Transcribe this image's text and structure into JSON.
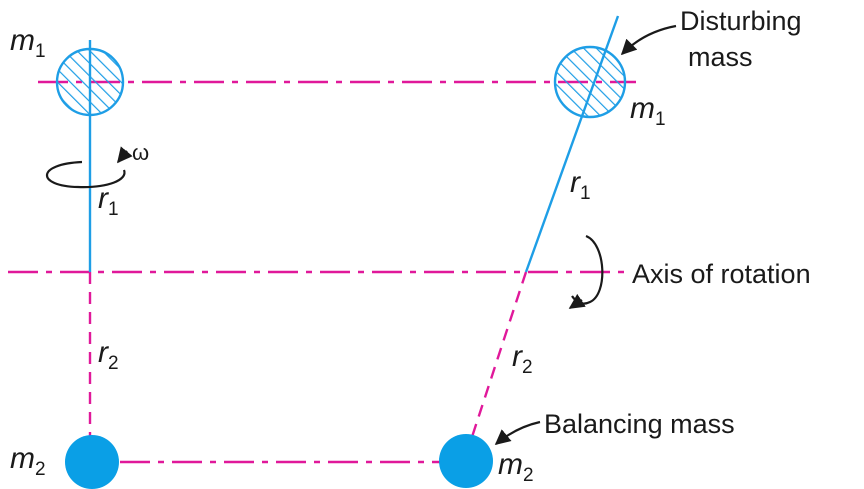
{
  "labels": {
    "disturbing_mass": [
      "Disturbing",
      "mass"
    ],
    "axis_of_rotation": "Axis of rotation",
    "balancing_mass": "Balancing mass",
    "omega": "ω"
  },
  "symbols": {
    "m1": {
      "letter": "m",
      "sub": "1"
    },
    "m2": {
      "letter": "m",
      "sub": "2"
    },
    "r1": {
      "letter": "r",
      "sub": "1"
    },
    "r2": {
      "letter": "r",
      "sub": "2"
    }
  },
  "colors": {
    "shaft_line": "#1e9ee6",
    "dash_line": "#e0189a",
    "mass_fill": "#0a9fe6",
    "text": "#1a1a1a"
  }
}
